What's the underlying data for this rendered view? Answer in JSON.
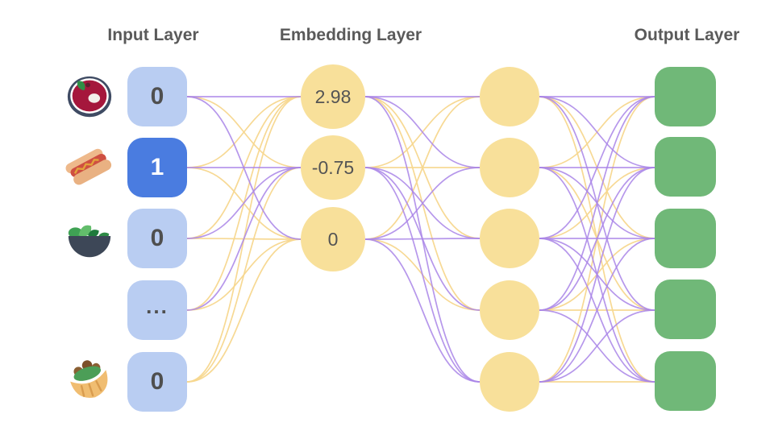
{
  "titles": {
    "input": "Input Layer",
    "embedding": "Embedding Layer",
    "output": "Output Layer"
  },
  "colors": {
    "label": "#5a5a5a",
    "input_node": "#b9cdf2",
    "input_node_active": "#4a7ce0",
    "node_yellow": "#f8e09a",
    "output_node": "#70b878",
    "edge_purple": "#a985e8",
    "edge_yellow": "#f7d78e"
  },
  "input_layer": {
    "nodes": [
      {
        "value": "0",
        "icon": "stew"
      },
      {
        "value": "1",
        "icon": "hot-dog",
        "active": true
      },
      {
        "value": "0",
        "icon": "green-salad"
      },
      {
        "value": "...",
        "icon": null
      },
      {
        "value": "0",
        "icon": "stuffed-flatbread"
      }
    ]
  },
  "embedding_layer": {
    "nodes": [
      {
        "value": "2.98"
      },
      {
        "value": "-0.75"
      },
      {
        "value": "0"
      }
    ]
  },
  "hidden_layer": {
    "node_count": 5
  },
  "output_layer": {
    "node_count": 5
  },
  "edges": {
    "input_to_embedding": [
      "pyp",
      "ypy",
      "ypy",
      "ypy",
      "yyy"
    ],
    "embedding_to_hidden": [
      "ppyyp",
      "yyppp",
      "yppyp"
    ],
    "hidden_to_output": [
      "ppypy",
      "yppyp",
      "pyppp",
      "ppyyp",
      "ypppy"
    ]
  }
}
